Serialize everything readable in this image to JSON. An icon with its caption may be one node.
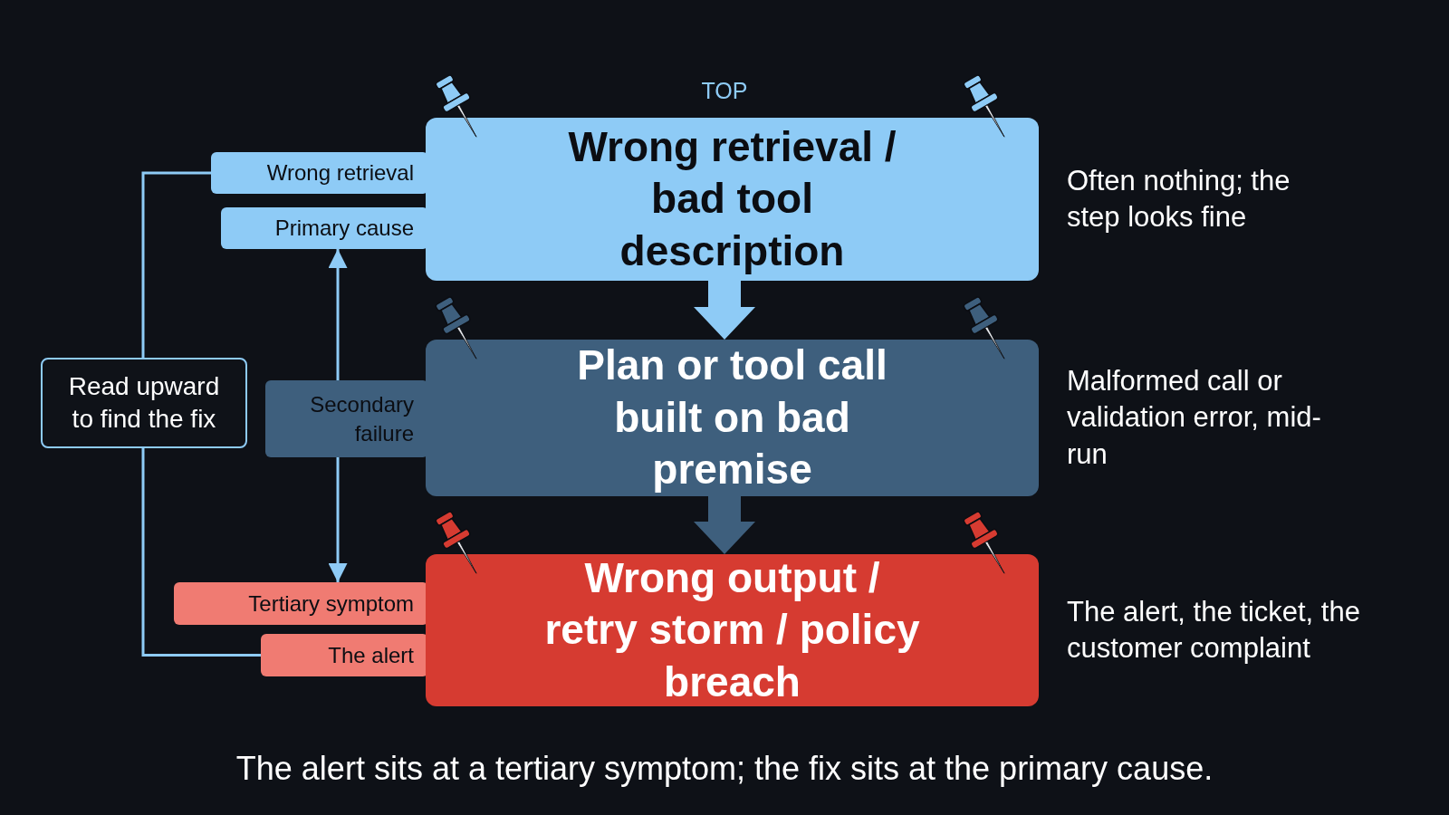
{
  "diagram": {
    "caption": "The alert sits at a tertiary symptom; the fix sits at the primary cause.",
    "nodes": [
      {
        "text": [
          "Wrong retrieval"
        ]
      },
      {
        "text": [
          "Primary cause"
        ]
      },
      {
        "text": [
          "Wrong retrieval / bad tool description"
        ],
        "beside": [
          "Often nothing; the step looks fine"
        ]
      },
      {
        "text": [
          "Read upward to find the fix"
        ]
      },
      {
        "text": [
          "Secondary failure"
        ]
      },
      {
        "text": [
          "Plan or tool call built on bad premise"
        ],
        "beside": [
          "Malformed call or validation error, mid-run"
        ]
      },
      {
        "text": [
          "Tertiary symptom"
        ]
      },
      {
        "text": [
          "The alert"
        ]
      },
      {
        "text": [
          "Wrong output / retry storm / policy breach"
        ],
        "beside": [
          "The alert, the ticket, the customer complaint"
        ]
      }
    ],
    "edges": [
      {
        "from": 2,
        "to": 5,
        "arrow": "to",
        "style": "thick",
        "color": "#8ecbf6"
      },
      {
        "from": 5,
        "to": 8,
        "arrow": "to",
        "style": "thick",
        "color": "#3e5f7d"
      },
      {
        "from": 4,
        "to": 1,
        "arrow": "to"
      },
      {
        "from": 4,
        "to": 6,
        "arrow": "to"
      },
      {
        "from": 7,
        "to": 3,
        "arrow": "none"
      },
      {
        "from": 3,
        "to": 0,
        "arrow": "none"
      }
    ],
    "labels": [
      "TOP"
    ]
  }
}
